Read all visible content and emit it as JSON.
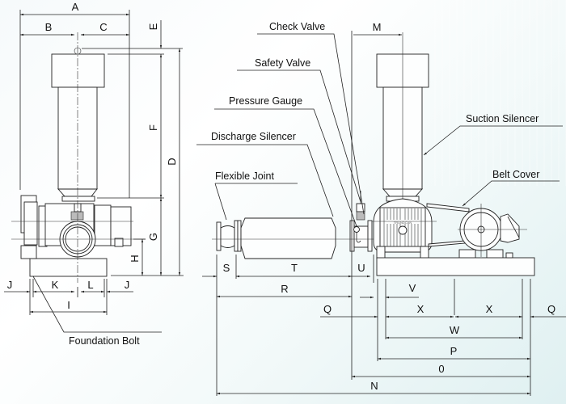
{
  "diagram": {
    "title": "Roots Blower Dimension Drawing",
    "colors": {
      "line": "#222222",
      "text": "#111111",
      "background_accent": "#dff0f1"
    },
    "side_view": {
      "dimensions": {
        "A": "A",
        "B": "B",
        "C": "C",
        "D": "D",
        "E": "E",
        "F": "F",
        "G": "G",
        "H": "H",
        "I": "I",
        "J_left": "J",
        "J_right": "J",
        "K": "K",
        "L": "L"
      },
      "callouts": {
        "foundation_bolt": "Foundation Bolt"
      }
    },
    "front_view": {
      "dimensions": {
        "M": "M",
        "N": "N",
        "O": "0",
        "P": "P",
        "Q_left": "Q",
        "Q_right": "Q",
        "R": "R",
        "S": "S",
        "T": "T",
        "U": "U",
        "V": "V",
        "W": "W",
        "X_left": "X",
        "X_right": "X"
      },
      "callouts": {
        "check_valve": "Check Valve",
        "safety_valve": "Safety Valve",
        "pressure_gauge": "Pressure Gauge",
        "discharge_silencer": "Discharge Silencer",
        "flexible_joint": "Flexible Joint",
        "suction_silencer": "Suction Silencer",
        "belt_cover": "Belt Cover"
      },
      "nameplate": "TRUNDCAN"
    }
  }
}
